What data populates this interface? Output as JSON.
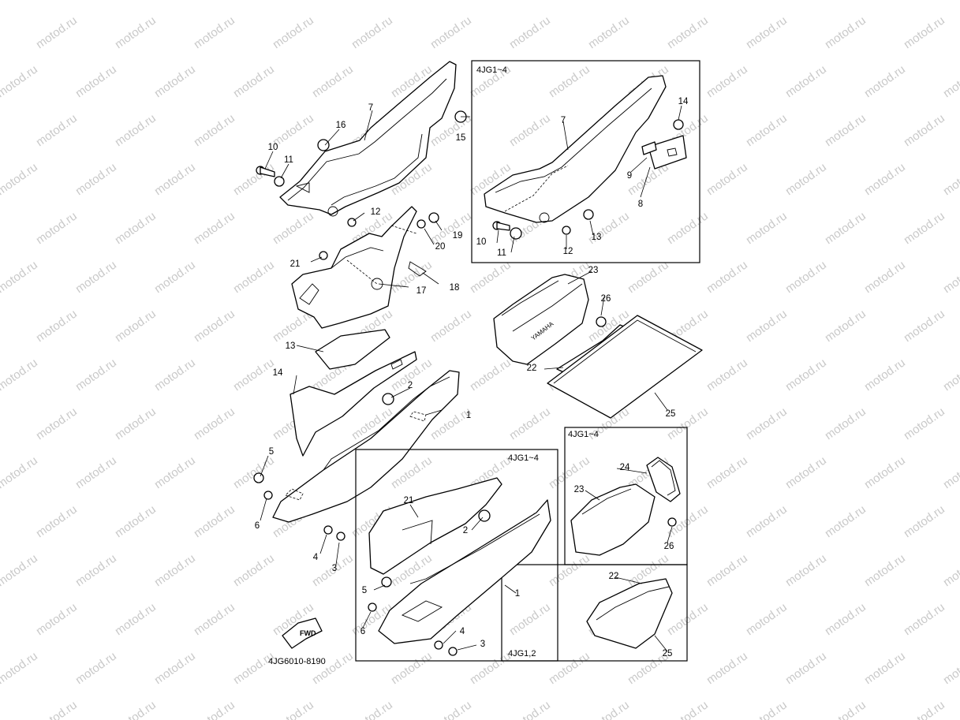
{
  "watermark": "motod.ru",
  "diagram_code": "4JG6010-8190",
  "fwd_label": "FWD",
  "brand_mark": "YAMAHA",
  "boxes": {
    "top_right": "4JG1~4",
    "bottom_center": "4JG1~4",
    "mid_right": "4JG1~4",
    "bottom_right": "4JG1,2"
  },
  "callouts": {
    "main": [
      "1",
      "2",
      "3",
      "4",
      "5",
      "6",
      "7",
      "10",
      "11",
      "12",
      "13",
      "14",
      "15",
      "16",
      "17",
      "18",
      "19",
      "20",
      "21"
    ],
    "box_top_right": [
      "7",
      "8",
      "9",
      "10",
      "11",
      "12",
      "13",
      "14"
    ],
    "toolbag": [
      "22",
      "23",
      "25",
      "26"
    ],
    "box_bottom_center": [
      "1",
      "2",
      "3",
      "4",
      "5",
      "6",
      "21"
    ],
    "box_mid_right": [
      "23",
      "24",
      "26"
    ],
    "box_bottom_right": [
      "22",
      "25"
    ]
  },
  "colors": {
    "line": "#000000",
    "watermark": "#c9c9c9",
    "background": "#ffffff"
  }
}
